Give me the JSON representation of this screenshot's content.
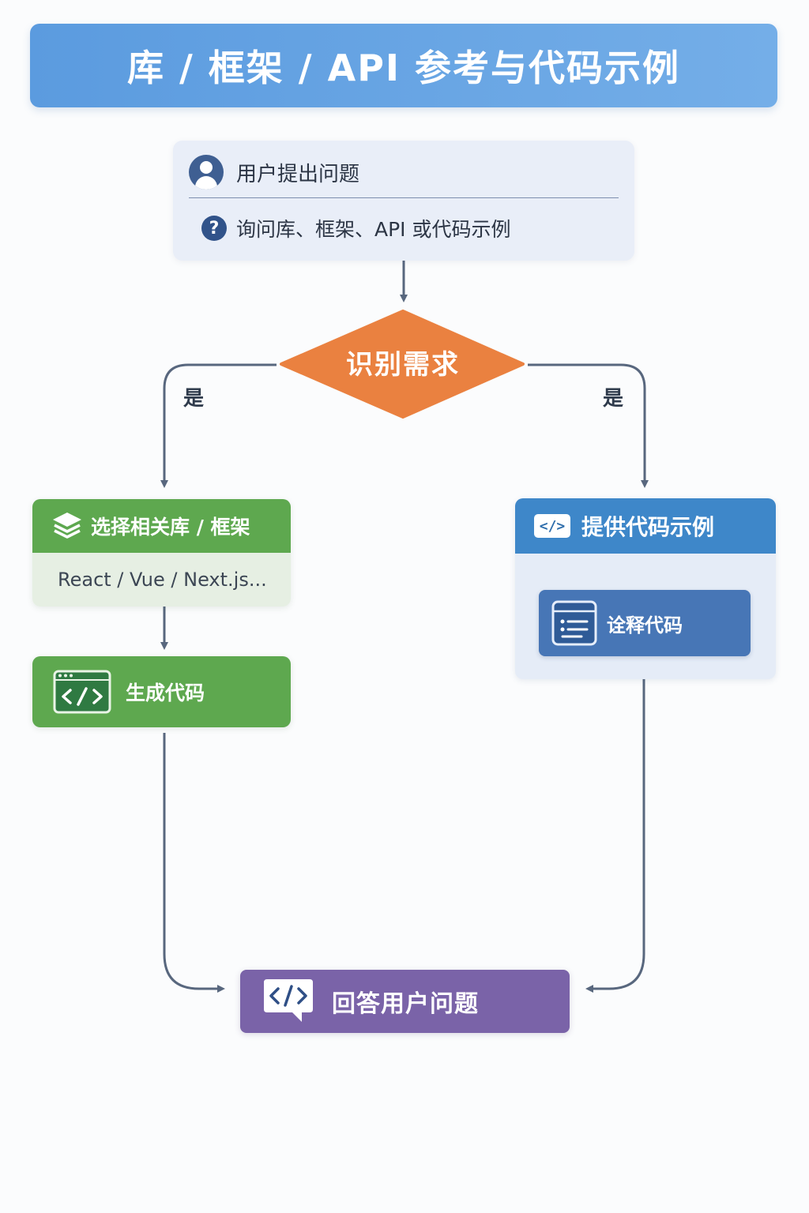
{
  "title": "库 / 框架 / API 参考与代码示例",
  "user_box": {
    "heading": "用户提出问题",
    "question": "询问库、框架、API 或代码示例",
    "avatar_icon": "user-avatar-icon",
    "question_icon": "question-mark-icon"
  },
  "decision": {
    "label": "识别需求",
    "color": "#ea8140"
  },
  "edges": {
    "left_label": "是",
    "right_label": "是"
  },
  "library_box": {
    "heading": "选择相关库 / 框架",
    "examples": "React / Vue / Next.js...",
    "icon": "layers-icon",
    "color": "#5ea84f"
  },
  "generate_box": {
    "label": "生成代码",
    "icon": "code-window-icon"
  },
  "example_box": {
    "heading": "提供代码示例",
    "icon": "code-tag-icon",
    "color": "#3e87c9"
  },
  "explain_box": {
    "label": "诠释代码",
    "icon": "document-list-icon"
  },
  "answer_box": {
    "label": "回答用户问题",
    "icon": "code-chat-icon",
    "color": "#7a63a8"
  }
}
